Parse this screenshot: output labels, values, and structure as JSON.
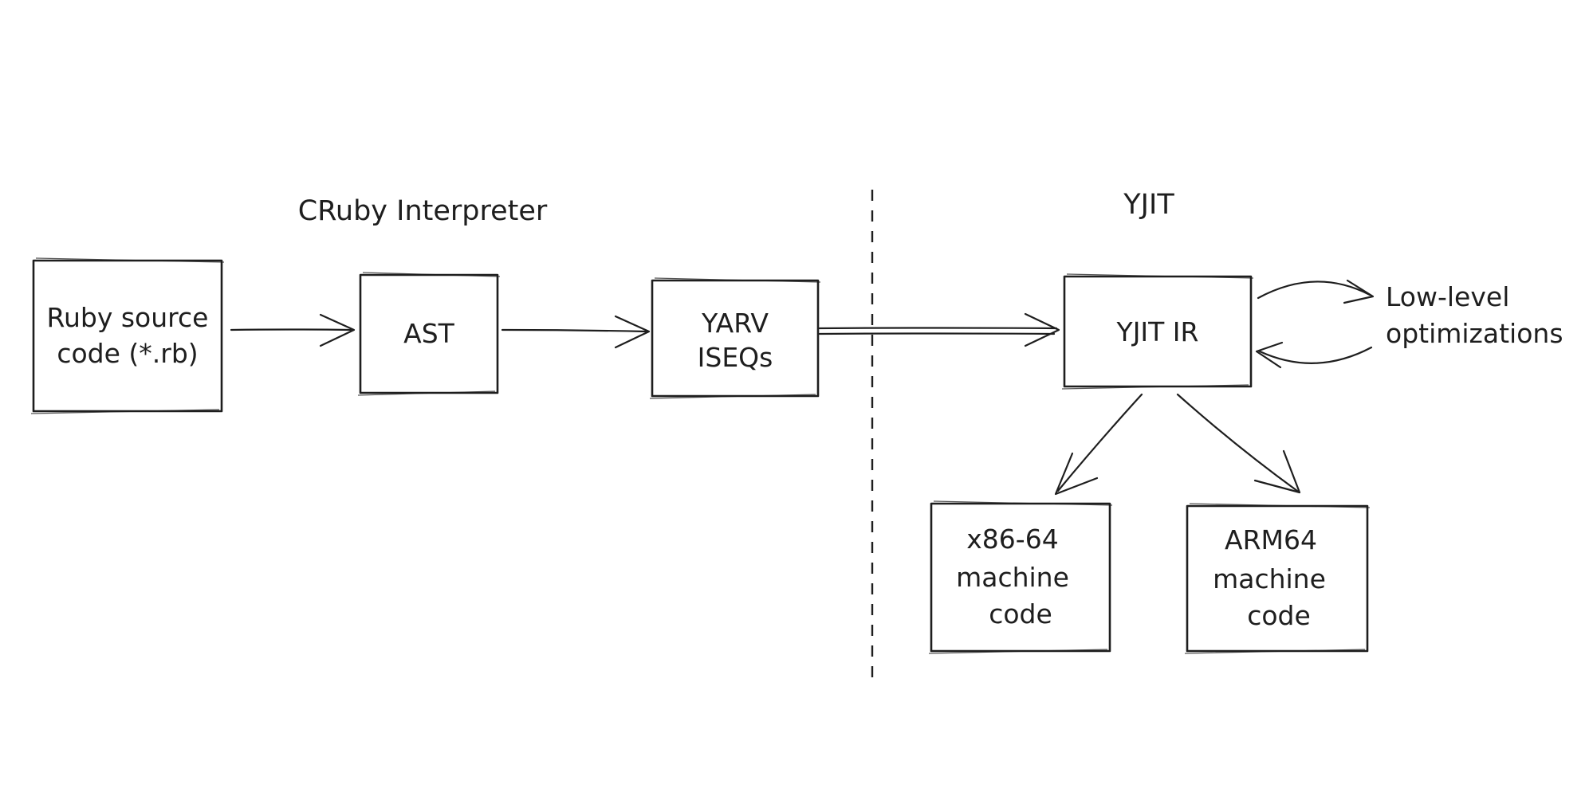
{
  "sections": {
    "interpreter": "CRuby Interpreter",
    "jit": "YJIT"
  },
  "nodes": {
    "ruby_source": [
      "Ruby source",
      "code (*.rb)"
    ],
    "ast": [
      "AST"
    ],
    "yarv": [
      "YARV",
      "ISEQs"
    ],
    "yjit_ir": [
      "YJIT IR"
    ],
    "x86": [
      "x86-64",
      "machine",
      "code"
    ],
    "arm": [
      "ARM64",
      "machine",
      "code"
    ]
  },
  "side_note": [
    "Low-level",
    "optimizations"
  ],
  "edges": [
    {
      "from": "ruby_source",
      "to": "ast"
    },
    {
      "from": "ast",
      "to": "yarv"
    },
    {
      "from": "yarv",
      "to": "yjit_ir"
    },
    {
      "from": "yjit_ir",
      "to": "x86"
    },
    {
      "from": "yjit_ir",
      "to": "arm"
    },
    {
      "from": "yjit_ir",
      "to": "side_note"
    },
    {
      "from": "side_note",
      "to": "yjit_ir"
    }
  ]
}
